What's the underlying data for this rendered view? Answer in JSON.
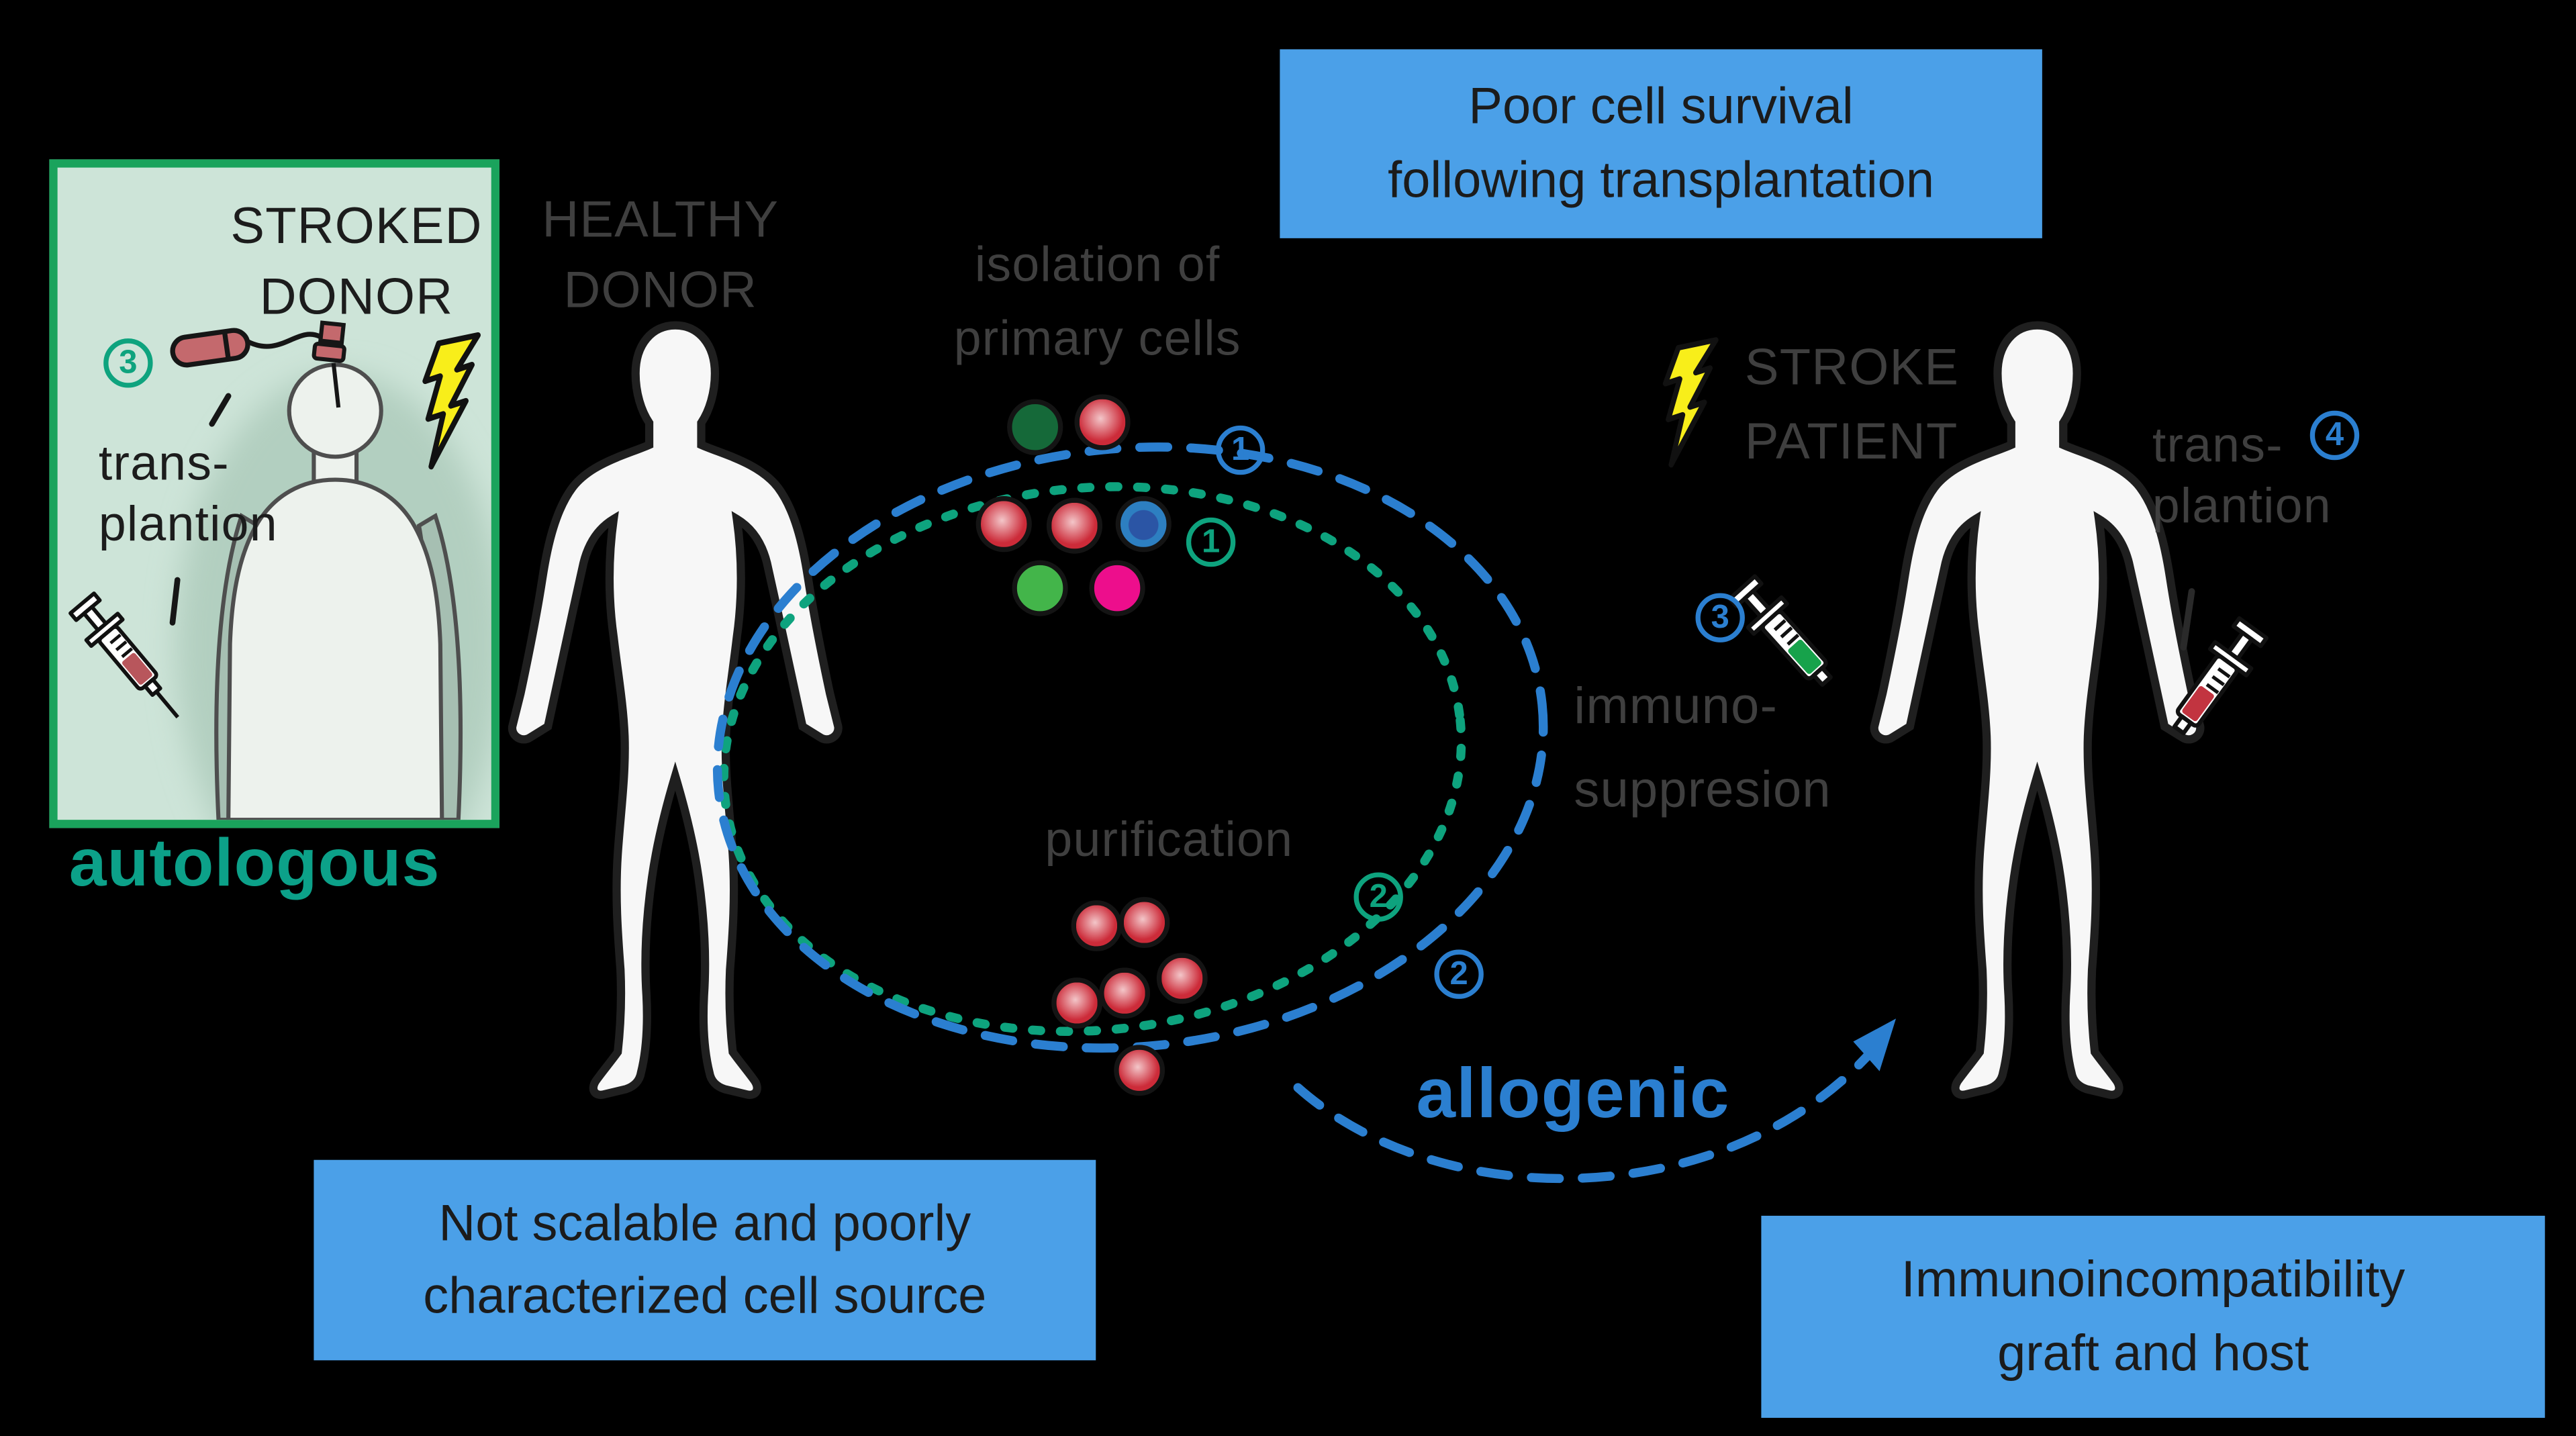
{
  "palette": {
    "teal": "#0ea37e",
    "teal_text": "#0ca189",
    "blue": "#2b7fd0",
    "panel_blue": "#4ba0e8",
    "box_green_border": "#1aa35c",
    "box_green_fill": "#cde4d8",
    "bolt_yellow": "#f8ee1a",
    "vial_rose": "#c4696d",
    "syringe_green": "#17a24b",
    "syringe_red": "#c23440",
    "syringe_rose": "#b8565c",
    "cell_red": "#cc2b39",
    "cell_red_light": "#f3c6c9",
    "cell_darkgreen": "#156939",
    "cell_green": "#43b54a",
    "cell_blue": "#2d7fc1",
    "cell_blue_dark": "#2b55a5",
    "cell_magenta": "#ed0e8c",
    "silhouette": "#f7f7f7",
    "label_gray": "#3f3f3f",
    "text_dark": "#1c1c1c"
  },
  "left_panel": {
    "title": "STROKED\nDONOR",
    "badge": "3",
    "pointer_label": "trans-\nplantion",
    "caption": "autologous"
  },
  "healthy_donor": "HEALTHY\nDONOR",
  "isolation": "isolation of\nprimary cells",
  "purification": "purification",
  "allogenic": "allogenic",
  "stroke_patient": "STROKE\nPATIENT",
  "immuno": {
    "label": "immuno-\nsuppresion",
    "badge": "3"
  },
  "right_transplant": {
    "label": "trans-\nplantion",
    "badge": "4"
  },
  "steps": {
    "iso_blue": "1",
    "iso_teal": "1",
    "pur_teal": "2",
    "pur_blue": "2"
  },
  "callouts": {
    "top": "Poor cell survival\nfollowing transplantation",
    "bottom_left": "Not scalable and poorly\ncharacterized cell source",
    "bottom_right": "Immunoincompatibility\ngraft and host"
  },
  "isolation_cells": [
    "darkgreen",
    "red",
    "red",
    "red",
    "blue",
    "green",
    "magenta"
  ],
  "purification_cells": [
    "red",
    "red",
    "red",
    "red",
    "red",
    "red"
  ],
  "icons": {
    "donor_stroke": "lightning-bolt-icon",
    "patient_stroke": "lightning-bolt-icon",
    "blood_collection": "blood-vial-icon",
    "autologous_injection": "syringe-icon",
    "immunosuppression_injection": "syringe-icon",
    "graft_injection": "syringe-icon"
  }
}
